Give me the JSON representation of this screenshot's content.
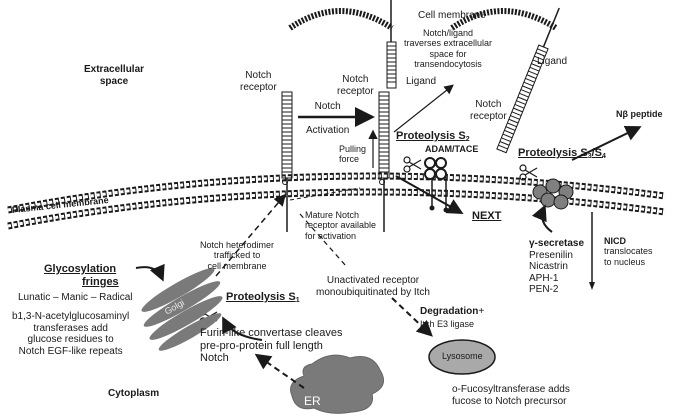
{
  "title": "",
  "regions": {
    "cell_membrane": "Cell membrane",
    "extracellular": [
      "Extracellular",
      "space"
    ],
    "plasma_membrane": "Plasma cell membrane",
    "cytoplasm": "Cytoplasm"
  },
  "receptors": {
    "notch_receptor_1": [
      "Notch",
      "receptor"
    ],
    "notch_receptor_2": [
      "Notch",
      "receptor"
    ],
    "notch_receptor_3": [
      "Notch",
      "receptor"
    ],
    "ligand_1": "Ligand",
    "ligand_2": "Ligand"
  },
  "steps": {
    "notch_activation": [
      "Notch",
      "Activation"
    ],
    "transendocytosis": [
      "Notch/ligand",
      "traverses extracellular",
      "space for",
      "transendocytosis"
    ],
    "pulling_force": [
      "Pulling",
      "force"
    ],
    "proteolysis_s2_main": "Proteolysis S",
    "proteolysis_s2_sub": "2",
    "adam_tace": "ADAM/TACE",
    "n_beta": "Nβ peptide",
    "proteolysis_s3s4_main": "Proteolysis S",
    "proteolysis_s3s4_sub1": "3",
    "proteolysis_s3s4_mid": "/S",
    "proteolysis_s3s4_sub2": "4",
    "next": "NEXT",
    "gamma_secretase_title": "γ-secretase",
    "gamma_secretase_items": [
      "Presenilin",
      "Nicastrin",
      "APH-1",
      "PEN-2"
    ],
    "nicd_title": "NICD",
    "nicd_desc": [
      "translocates",
      "to nucleus"
    ],
    "mature_notch": [
      "Mature Notch",
      "receptor available",
      "for activation"
    ],
    "heterodimer": [
      "Notch heterodimer",
      "trafficked to",
      "cell membrane"
    ],
    "unactivated": [
      "Unactivated receptor",
      "monoubiquitinated by Itch"
    ],
    "degradation_title": "Degradation",
    "degradation_plus": "+",
    "itch": "Itch E3 ligase",
    "lysosome": "Lysosome",
    "glycosylation_title": [
      "Glycosylation",
      "fringes"
    ],
    "fringes": "Lunatic – Manic – Radical",
    "b13": [
      "b1,3-N-acetylglucosaminyl",
      "transferases add",
      "glucose residues to",
      "Notch EGF-like repeats"
    ],
    "golgi": "Golgi",
    "proteolysis_s1_main": "Proteolysis S",
    "proteolysis_s1_sub": "1",
    "furin": [
      "Furin-like convertase cleaves",
      "pre-pro-protein full length",
      "Notch"
    ],
    "er": "ER",
    "fucosyl": [
      "o-Fucosyltransferase adds",
      "fucose to Notch precursor"
    ]
  },
  "colors": {
    "ink": "#1a1a1a",
    "organelle_fill": "#7a7a7a",
    "lysosome_fill": "#a9a9a9",
    "gamma_fill": "#7f7f7f",
    "membrane_head": "#ffffff"
  },
  "icons": [
    "scissors-icon",
    "scissors-icon",
    "scissors-icon"
  ]
}
